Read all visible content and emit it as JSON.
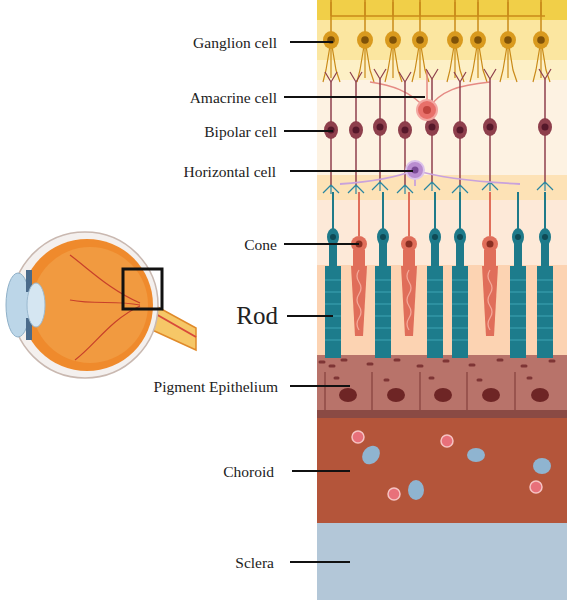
{
  "diagram": {
    "labels": [
      "Ganglion cell",
      "Amacrine cell",
      "Bipolar cell",
      "Horizontal cell",
      "Cone",
      "Rod",
      "Pigment Epithelium",
      "Choroid",
      "Sclera"
    ]
  }
}
